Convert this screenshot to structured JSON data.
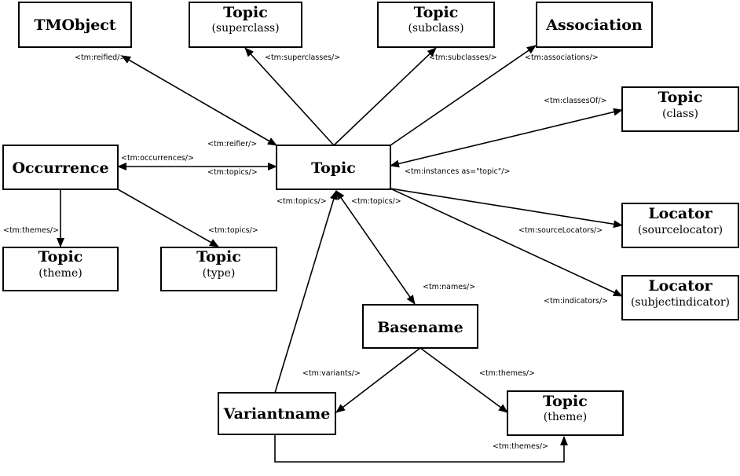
{
  "nodes": {
    "tmobject": {
      "title": "TMObject"
    },
    "topic_superclass": {
      "title": "Topic",
      "sub": "(superclass)"
    },
    "topic_subclass": {
      "title": "Topic",
      "sub": "(subclass)"
    },
    "association": {
      "title": "Association"
    },
    "topic_class": {
      "title": "Topic",
      "sub": "(class)"
    },
    "occurrence": {
      "title": "Occurrence"
    },
    "topic_center": {
      "title": "Topic"
    },
    "locator_source": {
      "title": "Locator",
      "sub": "(sourcelocator)"
    },
    "topic_theme_occ": {
      "title": "Topic",
      "sub": "(theme)"
    },
    "topic_type": {
      "title": "Topic",
      "sub": "(type)"
    },
    "locator_subject": {
      "title": "Locator",
      "sub": "(subjectindicator)"
    },
    "basename": {
      "title": "Basename"
    },
    "variantname": {
      "title": "Variantname"
    },
    "topic_theme_var": {
      "title": "Topic",
      "sub": "(theme)"
    }
  },
  "edge_labels": {
    "reified": "<tm:reified/>",
    "superclasses": "<tm:superclasses/>",
    "subclasses": "<tm:subclasses/>",
    "associations": "<tm:associations/>",
    "classes_of": "<tm:classesOf/>",
    "reifier": "<tm:reifier/>",
    "occurrences": "<tm:occurrences/>",
    "topics_occ": "<tm:topics/>",
    "instances": "<tm:instances as=\"topic\"/>",
    "topics_left": "<tm:topics/>",
    "topics_right": "<tm:topics/>",
    "themes_occ": "<tm:themes/>",
    "topics_type": "<tm:topics/>",
    "source_locators": "<tm:sourceLocators/>",
    "names": "<tm:names/>",
    "indicators": "<tm:indicators/>",
    "variants": "<tm:variants/>",
    "themes_base": "<tm:themes/>",
    "themes_variant": "<tm:themes/>"
  }
}
